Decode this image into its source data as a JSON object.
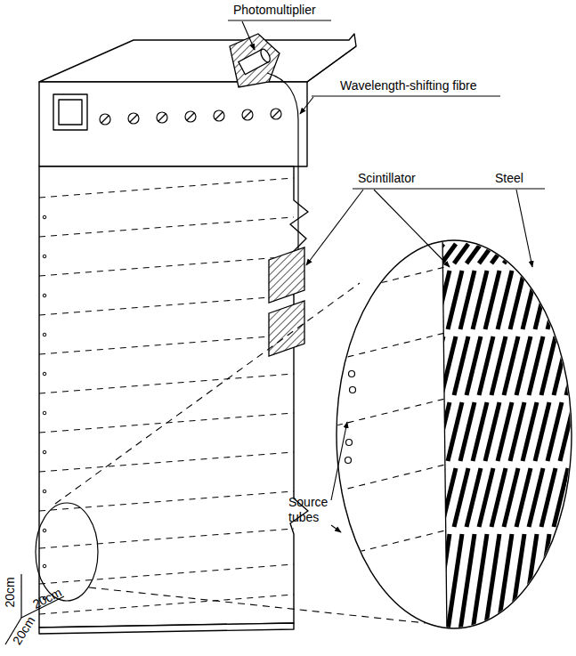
{
  "diagram": {
    "labels": [
      "Photomultiplier",
      "Wavelength-shifting fibre",
      "Scintillator",
      "Steel",
      "Source tubes",
      "20cm",
      "20cm",
      "20cm"
    ]
  }
}
